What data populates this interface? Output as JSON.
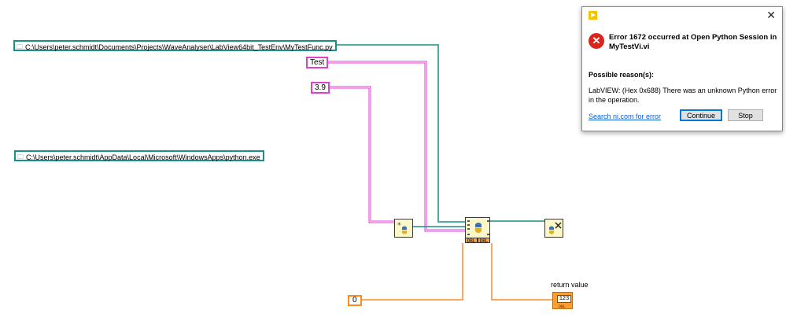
{
  "diagram": {
    "script_path": "C:\\Users\\peter.schmidt\\Documents\\Projects\\WaveAnalyser\\LabView64bit_TestEnv\\MyTestFunc.py",
    "python_path": "C:\\Users\\peter.schmidt\\AppData\\Local\\Microsoft\\WindowsApps\\python.exe",
    "function_name": "Test",
    "version_value": "3.9",
    "numeric_const": "0",
    "dbl_tag": "DBL",
    "indicator_label": "return value",
    "indicator_display": "123",
    "indicator_type": "DBL",
    "colors": {
      "path_wire": "#1a8f88",
      "string_wire": "#e040d0",
      "numeric_wire": "#ff8a1e"
    }
  },
  "dialog": {
    "close_glyph": "✕",
    "heading": "Error 1672 occurred at Open Python Session in MyTestVi.vi",
    "subheading": "Possible reason(s):",
    "reason": "LabVIEW: (Hex 0x688) There was an unknown Python error in the operation.",
    "link": "Search ni.com for error",
    "continue_label": "Continue",
    "stop_label": "Stop"
  }
}
